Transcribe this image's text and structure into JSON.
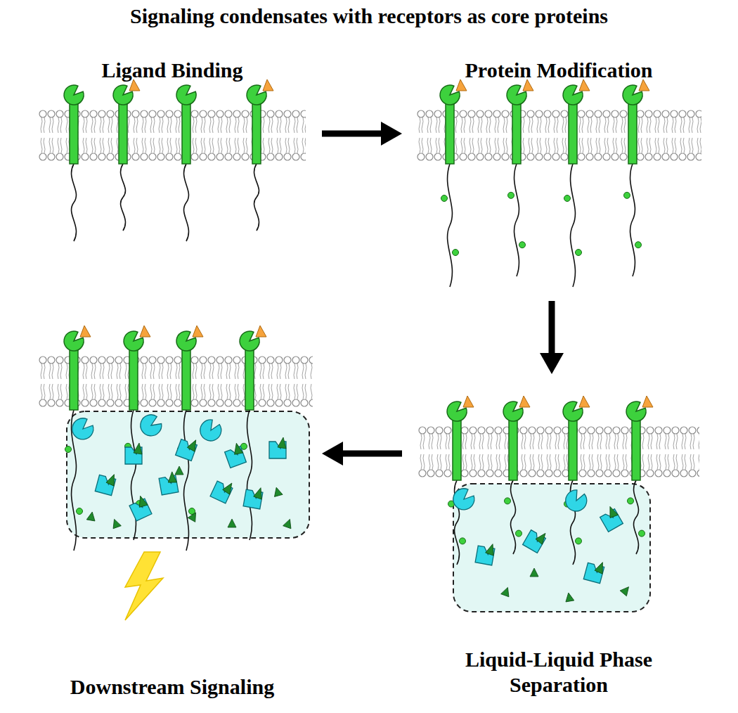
{
  "diagram": {
    "title": "Signaling condensates with receptors as core proteins",
    "nodes": [
      {
        "text": [
          "Ligand Binding"
        ]
      },
      {
        "text": [
          "Protein Modification"
        ]
      },
      {
        "text": [
          "Downstream Signaling"
        ]
      },
      {
        "text": [
          "Liquid-Liquid Phase Separation"
        ]
      }
    ],
    "edges": [
      {
        "from": 0,
        "to": 1,
        "arrow": "to"
      },
      {
        "from": 1,
        "to": 3,
        "arrow": "to"
      },
      {
        "from": 3,
        "to": 2,
        "arrow": "to"
      }
    ]
  }
}
